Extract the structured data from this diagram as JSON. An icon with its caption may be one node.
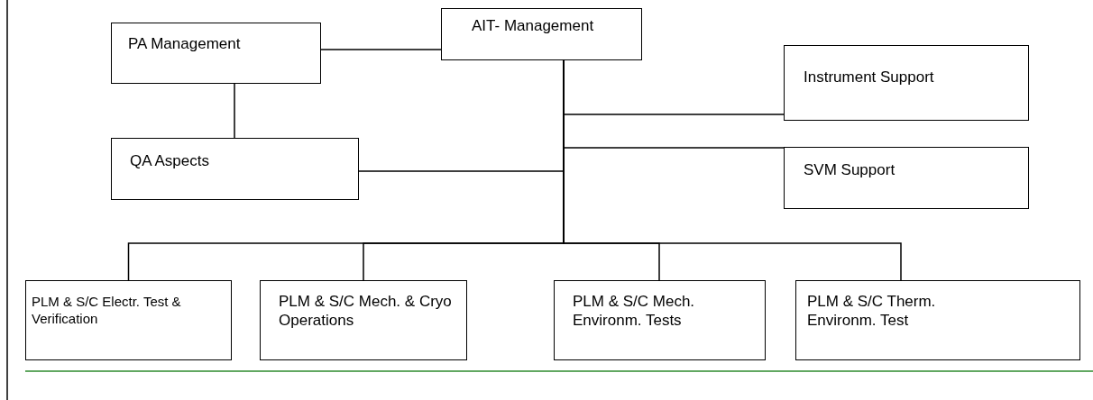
{
  "diagram": {
    "nodes": [
      {
        "text": [
          "PA Management"
        ]
      },
      {
        "text": [
          "AIT- Management"
        ]
      },
      {
        "text": [
          "Instrument Support"
        ]
      },
      {
        "text": [
          "QA  Aspects"
        ]
      },
      {
        "text": [
          "SVM Support"
        ]
      },
      {
        "text": [
          "PLM & S/C Electr. Test & Verification"
        ]
      },
      {
        "text": [
          "PLM & S/C Mech. & Cryo Operations"
        ]
      },
      {
        "text": [
          "PLM & S/C Mech. Environm. Tests"
        ]
      },
      {
        "text": [
          "PLM & S/C Therm. Environm. Test"
        ]
      }
    ],
    "edges": [
      {
        "from": 0,
        "to": 1,
        "arrow": "none"
      },
      {
        "from": 0,
        "to": 3,
        "arrow": "none"
      },
      {
        "from": 1,
        "to": 2,
        "arrow": "none"
      },
      {
        "from": 1,
        "to": 4,
        "arrow": "none"
      },
      {
        "from": 1,
        "to": 3,
        "arrow": "none"
      },
      {
        "from": 1,
        "to": 5,
        "arrow": "none"
      },
      {
        "from": 1,
        "to": 6,
        "arrow": "none"
      },
      {
        "from": 1,
        "to": 7,
        "arrow": "none"
      },
      {
        "from": 1,
        "to": 8,
        "arrow": "none"
      }
    ]
  }
}
